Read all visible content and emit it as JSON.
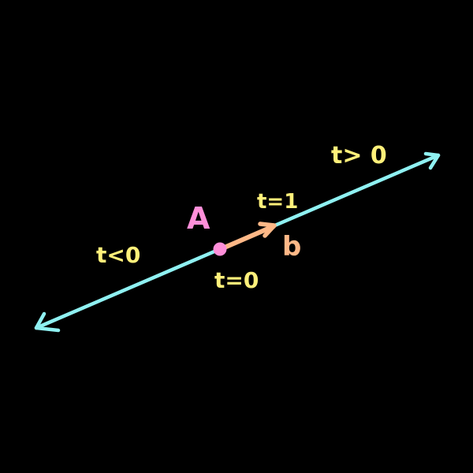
{
  "colors": {
    "background": "#000000",
    "ray": "#8ff1f2",
    "vector_b": "#ffb887",
    "point_a": "#ff8fd9",
    "parameter_labels": "#fff07a"
  },
  "labels": {
    "point": "A",
    "vector": "b",
    "t_at_a": "t=0",
    "t_at_tip": "t=1",
    "t_positive": "t> 0",
    "t_negative": "t<0"
  }
}
